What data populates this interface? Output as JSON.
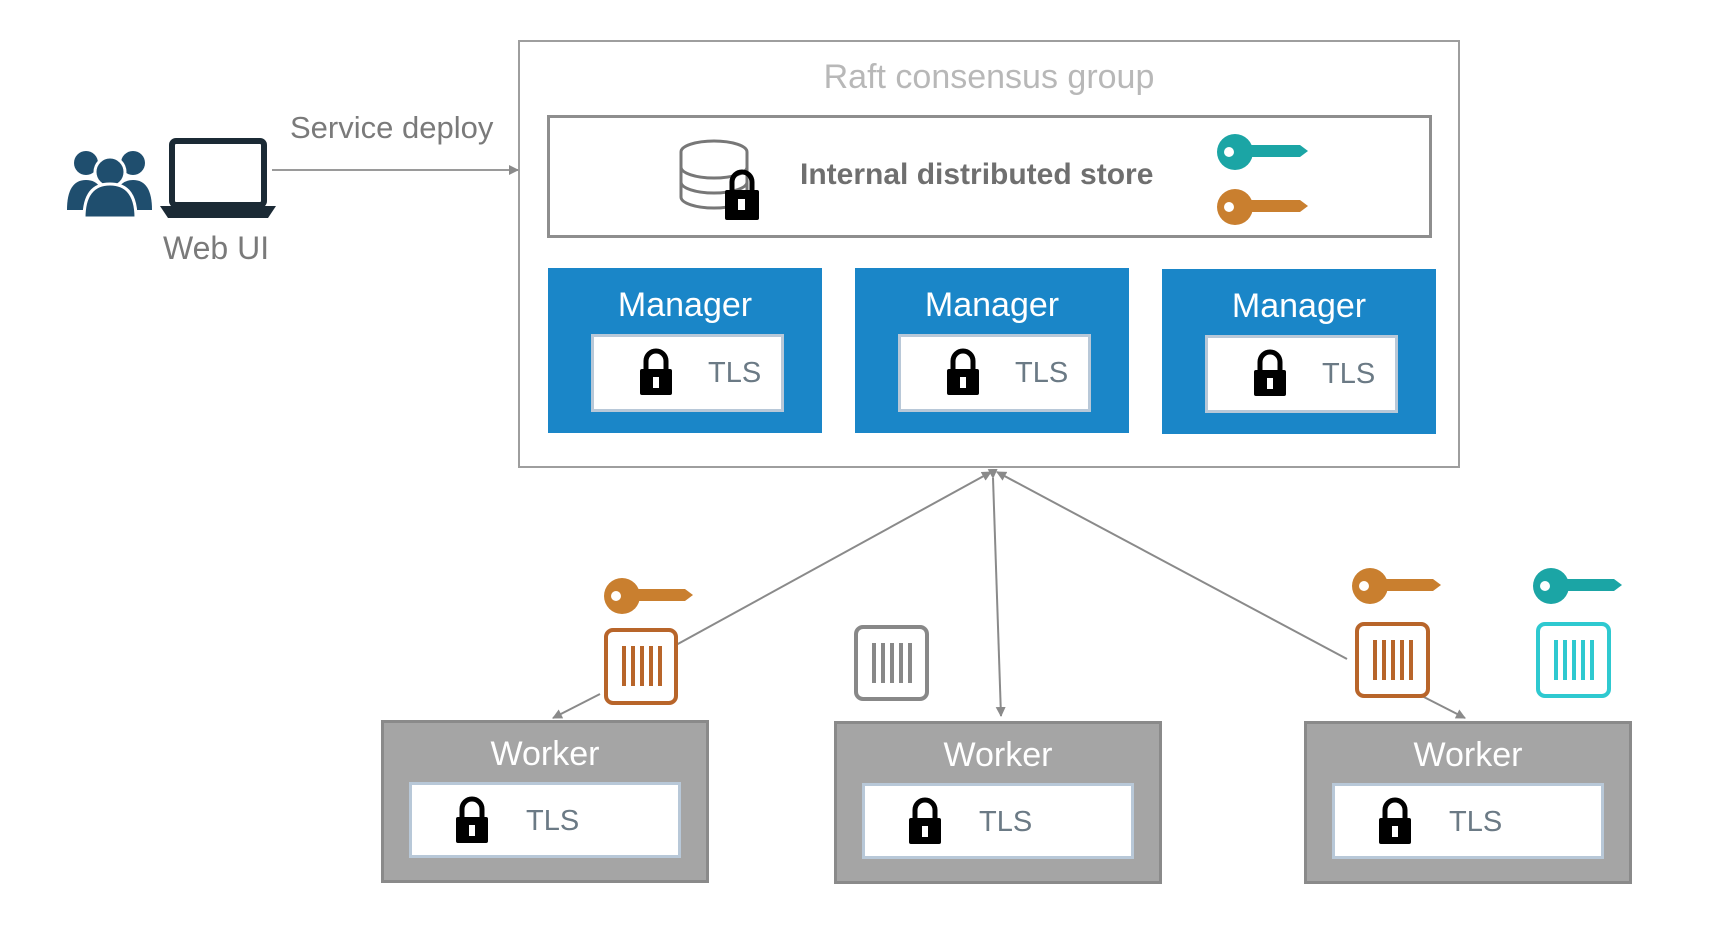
{
  "client": {
    "label": "Web UI"
  },
  "deploy": {
    "label": "Service deploy"
  },
  "raft": {
    "title": "Raft consensus group"
  },
  "store": {
    "label": "Internal distributed store"
  },
  "managers": [
    {
      "title": "Manager",
      "tls": "TLS"
    },
    {
      "title": "Manager",
      "tls": "TLS"
    },
    {
      "title": "Manager",
      "tls": "TLS"
    }
  ],
  "workers": [
    {
      "title": "Worker",
      "tls": "TLS"
    },
    {
      "title": "Worker",
      "tls": "TLS"
    },
    {
      "title": "Worker",
      "tls": "TLS"
    }
  ],
  "colors": {
    "manager_blue": "#1a86c8",
    "worker_gray": "#a5a5a5",
    "key_teal": "#1ba5a5",
    "key_orange": "#c97f2f",
    "users_navy": "#1f4e6e"
  }
}
